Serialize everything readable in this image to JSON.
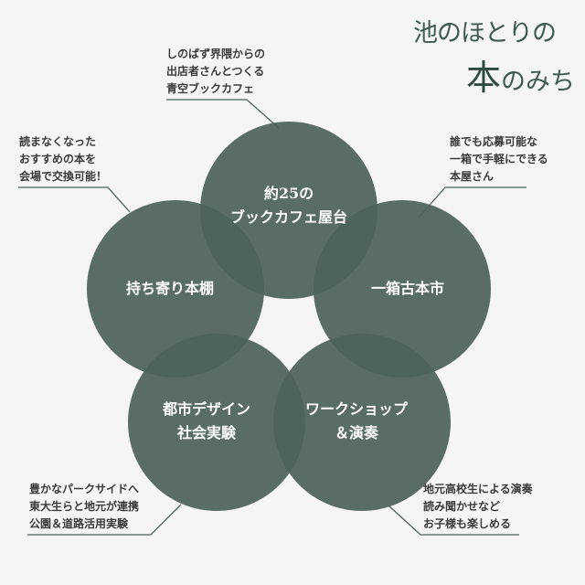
{
  "logo": {
    "line1": "池のほとりの",
    "line2_big": "本",
    "line2_rest": "のみち"
  },
  "circles": [
    {
      "lines": [
        "約25の",
        "ブックカフェ屋台"
      ]
    },
    {
      "lines": [
        "持ち寄り本棚"
      ]
    },
    {
      "lines": [
        "一箱古本市"
      ]
    },
    {
      "lines": [
        "都市デザイン",
        "社会実験"
      ]
    },
    {
      "lines": [
        "ワークショップ",
        "＆演奏"
      ]
    }
  ],
  "notes": [
    {
      "lines": [
        "しのばず界隈からの",
        "出店者さんとつくる",
        "青空ブックカフェ"
      ]
    },
    {
      "lines": [
        "読まなくなった",
        "おすすめの本を",
        "会場で交換可能！"
      ]
    },
    {
      "lines": [
        "誰でも応募可能な",
        "一箱で手軽にできる",
        "本屋さん"
      ]
    },
    {
      "lines": [
        "豊かなパークサイドへ",
        "東大生らと地元が連携",
        "公園＆道路活用実験"
      ]
    },
    {
      "lines": [
        "地元高校生による演奏",
        "読み聞かせなど",
        "お子様も楽しめる"
      ]
    }
  ],
  "colors": {
    "circle": "#4d6259",
    "line": "#4d6259",
    "background": "#f5f5f4"
  }
}
